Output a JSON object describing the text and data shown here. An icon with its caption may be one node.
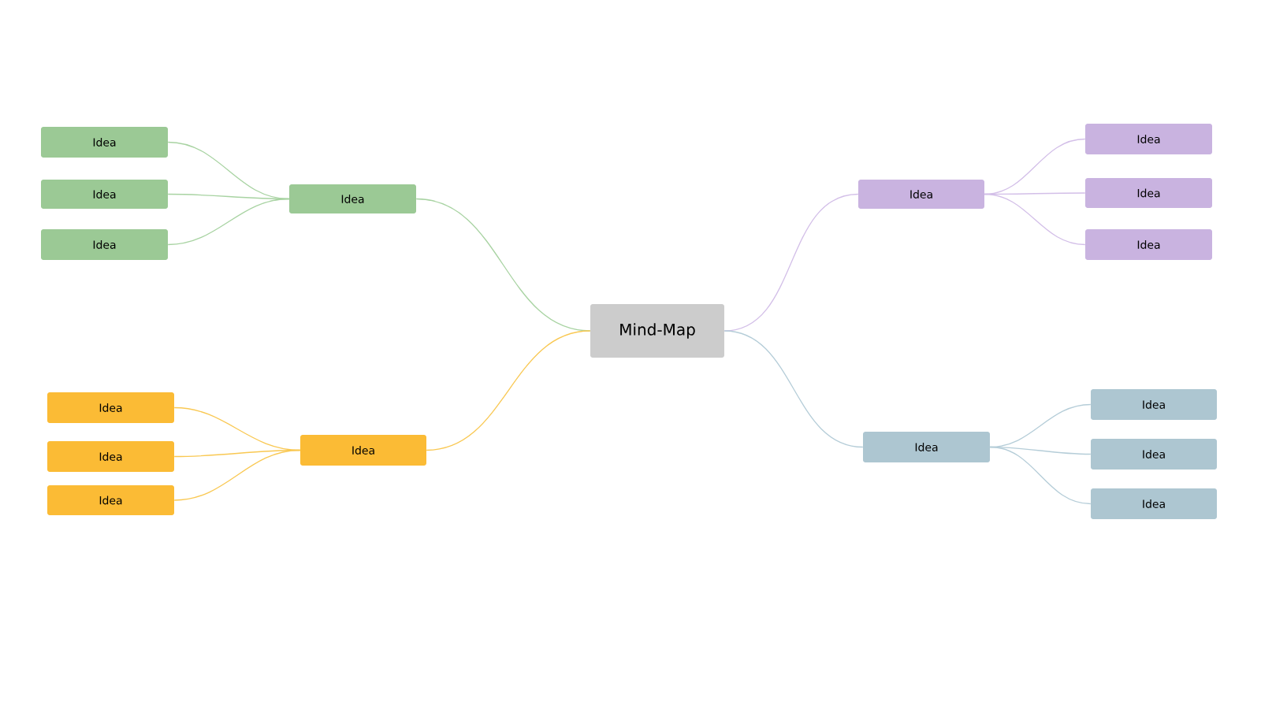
{
  "diagram": {
    "nodes": [
      {
        "text": [
          "Mind-Map"
        ]
      },
      {
        "text": [
          "Idea"
        ]
      },
      {
        "text": [
          "Idea"
        ]
      },
      {
        "text": [
          "Idea"
        ]
      },
      {
        "text": [
          "Idea"
        ]
      },
      {
        "text": [
          "Idea"
        ]
      },
      {
        "text": [
          "Idea"
        ]
      },
      {
        "text": [
          "Idea"
        ]
      },
      {
        "text": [
          "Idea"
        ]
      },
      {
        "text": [
          "Idea"
        ]
      },
      {
        "text": [
          "Idea"
        ]
      },
      {
        "text": [
          "Idea"
        ]
      },
      {
        "text": [
          "Idea"
        ]
      },
      {
        "text": [
          "Idea"
        ]
      },
      {
        "text": [
          "Idea"
        ]
      },
      {
        "text": [
          "Idea"
        ]
      },
      {
        "text": [
          "Idea"
        ]
      }
    ],
    "edges": [
      {
        "from": 0,
        "to": 1,
        "arrow": "none",
        "color": "#a8d3a2"
      },
      {
        "from": 1,
        "to": 2,
        "arrow": "none",
        "color": "#a8d3a2"
      },
      {
        "from": 1,
        "to": 3,
        "arrow": "none",
        "color": "#a8d3a2"
      },
      {
        "from": 1,
        "to": 4,
        "arrow": "none",
        "color": "#a8d3a2"
      },
      {
        "from": 0,
        "to": 5,
        "arrow": "none",
        "color": "#d3bfe8"
      },
      {
        "from": 5,
        "to": 6,
        "arrow": "none",
        "color": "#d3bfe8"
      },
      {
        "from": 5,
        "to": 7,
        "arrow": "none",
        "color": "#d3bfe8"
      },
      {
        "from": 5,
        "to": 8,
        "arrow": "none",
        "color": "#d3bfe8"
      },
      {
        "from": 0,
        "to": 9,
        "arrow": "none",
        "color": "#f9c852"
      },
      {
        "from": 9,
        "to": 10,
        "arrow": "none",
        "color": "#f9c852"
      },
      {
        "from": 9,
        "to": 11,
        "arrow": "none",
        "color": "#f9c852"
      },
      {
        "from": 9,
        "to": 12,
        "arrow": "none",
        "color": "#f9c852"
      },
      {
        "from": 0,
        "to": 13,
        "arrow": "none",
        "color": "#b5cdd8"
      },
      {
        "from": 13,
        "to": 14,
        "arrow": "none",
        "color": "#b5cdd8"
      },
      {
        "from": 13,
        "to": 15,
        "arrow": "none",
        "color": "#b5cdd8"
      },
      {
        "from": 13,
        "to": 16,
        "arrow": "none",
        "color": "#b5cdd8"
      }
    ]
  }
}
